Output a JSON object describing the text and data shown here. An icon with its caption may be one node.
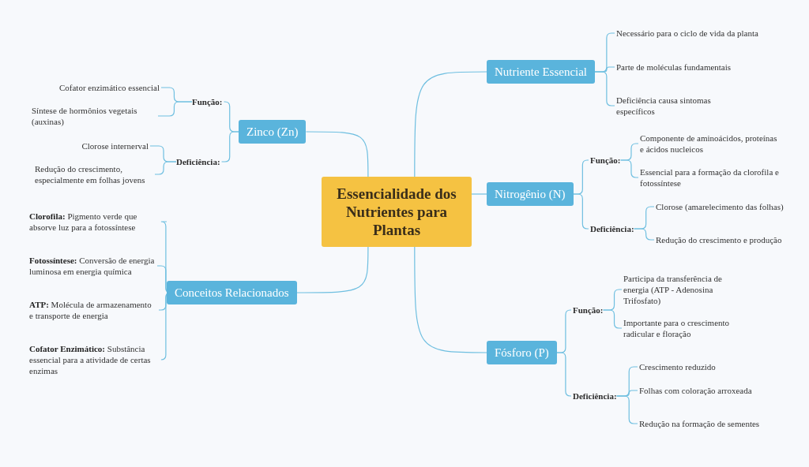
{
  "diagram": {
    "nodes": [
      {
        "text": [
          "Essencialidade dos Nutrientes para Plantas"
        ]
      },
      {
        "text": [
          "Nutriente Essencial"
        ]
      },
      {
        "text": [
          "Necessário para o ciclo de vida da planta"
        ]
      },
      {
        "text": [
          "Parte de moléculas fundamentais"
        ]
      },
      {
        "text": [
          "Deficiência causa sintomas específicos"
        ]
      },
      {
        "text": [
          "Nitrogênio (N)"
        ]
      },
      {
        "text": [
          "Função:"
        ]
      },
      {
        "text": [
          "Componente de aminoácidos, proteínas e ácidos nucleicos"
        ]
      },
      {
        "text": [
          "Essencial para a formação da clorofila e fotossíntese"
        ]
      },
      {
        "text": [
          "Deficiência:"
        ]
      },
      {
        "text": [
          "Clorose (amarelecimento das folhas)"
        ]
      },
      {
        "text": [
          "Redução do crescimento e produção"
        ]
      },
      {
        "text": [
          "Fósforo (P)"
        ]
      },
      {
        "text": [
          "Função:"
        ]
      },
      {
        "text": [
          "Participa da transferência de energia (ATP - Adenosina Trifosfato)"
        ]
      },
      {
        "text": [
          "Importante para o crescimento radicular e floração"
        ]
      },
      {
        "text": [
          "Deficiência:"
        ]
      },
      {
        "text": [
          "Crescimento reduzido"
        ]
      },
      {
        "text": [
          "Folhas com coloração arroxeada"
        ]
      },
      {
        "text": [
          "Redução na formação de sementes"
        ]
      },
      {
        "text": [
          "Zinco (Zn)"
        ]
      },
      {
        "text": [
          "Função:"
        ]
      },
      {
        "text": [
          "Cofator enzimático essencial"
        ]
      },
      {
        "text": [
          "Síntese de hormônios vegetais (auxinas)"
        ]
      },
      {
        "text": [
          "Deficiência:"
        ]
      },
      {
        "text": [
          "Clorose internerval"
        ]
      },
      {
        "text": [
          "Redução do crescimento, especialmente em folhas jovens"
        ]
      },
      {
        "text": [
          "Conceitos Relacionados"
        ]
      },
      {
        "text": [
          "**Clorofila:** Pigmento verde que absorve luz para a fotossíntese"
        ]
      },
      {
        "text": [
          "**Fotossíntese:** Conversão de energia luminosa em energia química"
        ]
      },
      {
        "text": [
          "**ATP:** Molécula de armazenamento e transporte de energia"
        ]
      },
      {
        "text": [
          "**Cofator Enzimático:** Substância essencial para a atividade de certas enzimas"
        ]
      }
    ],
    "edges": [
      {
        "from": 0,
        "to": 1,
        "arrow": "none"
      },
      {
        "from": 0,
        "to": 5,
        "arrow": "none"
      },
      {
        "from": 0,
        "to": 12,
        "arrow": "none"
      },
      {
        "from": 0,
        "to": 20,
        "arrow": "none"
      },
      {
        "from": 0,
        "to": 27,
        "arrow": "none"
      },
      {
        "from": 1,
        "to": 2,
        "arrow": "none"
      },
      {
        "from": 1,
        "to": 3,
        "arrow": "none"
      },
      {
        "from": 1,
        "to": 4,
        "arrow": "none"
      },
      {
        "from": 5,
        "to": 6,
        "arrow": "none"
      },
      {
        "from": 5,
        "to": 9,
        "arrow": "none"
      },
      {
        "from": 6,
        "to": 7,
        "arrow": "none"
      },
      {
        "from": 6,
        "to": 8,
        "arrow": "none"
      },
      {
        "from": 9,
        "to": 10,
        "arrow": "none"
      },
      {
        "from": 9,
        "to": 11,
        "arrow": "none"
      },
      {
        "from": 12,
        "to": 13,
        "arrow": "none"
      },
      {
        "from": 12,
        "to": 16,
        "arrow": "none"
      },
      {
        "from": 13,
        "to": 14,
        "arrow": "none"
      },
      {
        "from": 13,
        "to": 15,
        "arrow": "none"
      },
      {
        "from": 16,
        "to": 17,
        "arrow": "none"
      },
      {
        "from": 16,
        "to": 18,
        "arrow": "none"
      },
      {
        "from": 16,
        "to": 19,
        "arrow": "none"
      },
      {
        "from": 20,
        "to": 21,
        "arrow": "none"
      },
      {
        "from": 20,
        "to": 24,
        "arrow": "none"
      },
      {
        "from": 21,
        "to": 22,
        "arrow": "none"
      },
      {
        "from": 21,
        "to": 23,
        "arrow": "none"
      },
      {
        "from": 24,
        "to": 25,
        "arrow": "none"
      },
      {
        "from": 24,
        "to": 26,
        "arrow": "none"
      },
      {
        "from": 27,
        "to": 28,
        "arrow": "none"
      },
      {
        "from": 27,
        "to": 29,
        "arrow": "none"
      },
      {
        "from": 27,
        "to": 30,
        "arrow": "none"
      },
      {
        "from": 27,
        "to": 31,
        "arrow": "none"
      }
    ]
  }
}
